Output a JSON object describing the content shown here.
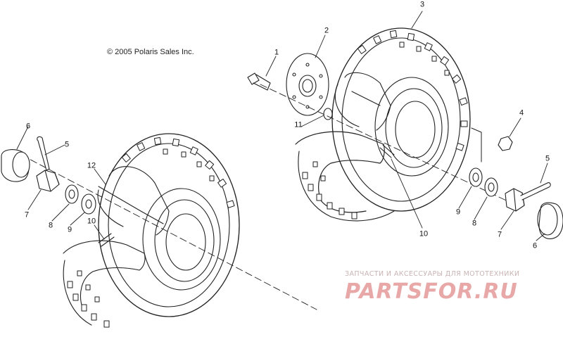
{
  "copyright": "© 2005 Polaris Sales Inc.",
  "callouts": {
    "c1": "1",
    "c2": "2",
    "c3": "3",
    "c4": "4",
    "c5r": "5",
    "c6r": "6",
    "c7r": "7",
    "c8r": "8",
    "c9r": "9",
    "c10r": "10",
    "c11": "11",
    "c5l": "5",
    "c6l": "6",
    "c7l": "7",
    "c8l": "8",
    "c9l": "9",
    "c10l": "10",
    "c12": "12"
  },
  "watermark": {
    "tagline": "ЗАПЧАСТИ И АКСЕССУАРЫ ДЛЯ МОТОТЕХНИКИ",
    "brand": "PARTSFOR.RU"
  },
  "colors": {
    "ink": "#222222",
    "watermark": "#e8a8a8"
  }
}
